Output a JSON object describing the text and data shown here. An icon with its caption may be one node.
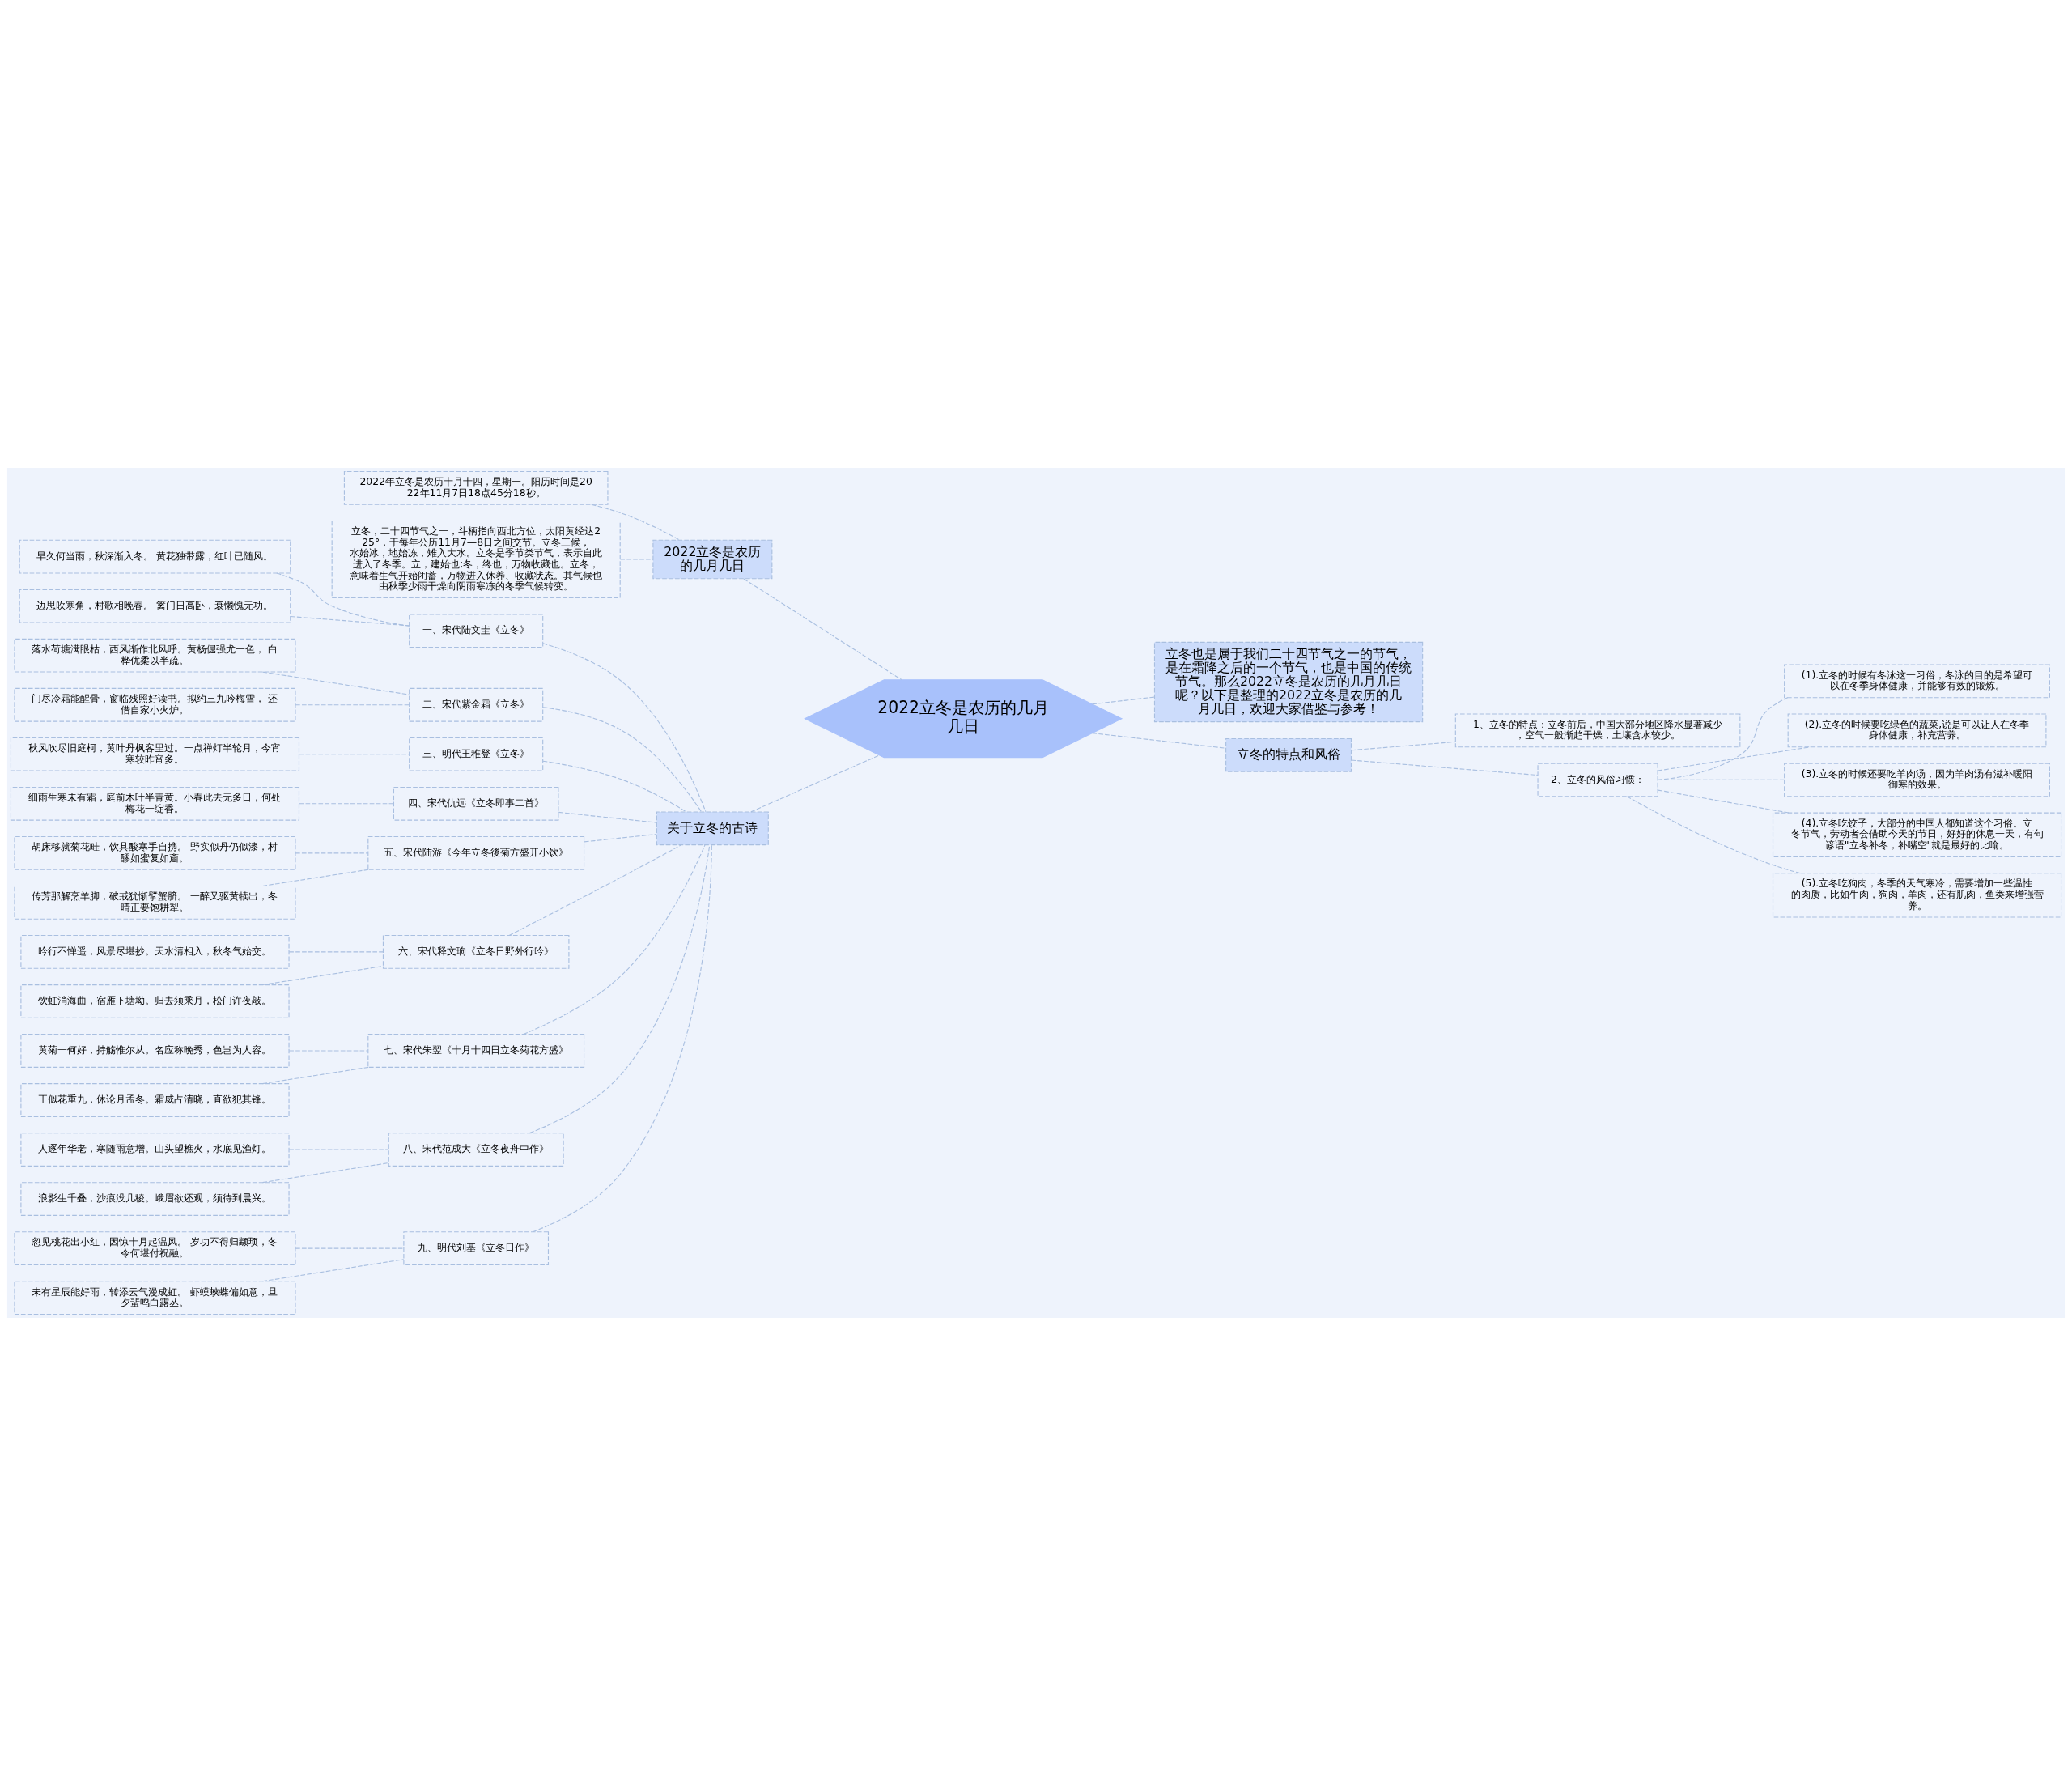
{
  "diagram": {
    "nodes": [
      {
        "text": [
          "2022立冬是农历的几月几日"
        ]
      },
      {
        "text": [
          "2022立冬是农历的几月几日"
        ]
      },
      {
        "text": [
          "2022年立冬是农历十月十四，星期一。阳历时间是2022年11月7日18点45分18秒。"
        ]
      },
      {
        "text": [
          "立冬，二十四节气之一，斗柄指向西北方位，太阳黄经达225°，于每年公历11月7—8日之间交节。立冬三候，水始冰，地始冻，雉入大水。立冬是季节类节气，表示自此进入了冬季。立，建始也;冬，终也，万物收藏也。立冬，意味着生气开始闭蓄，万物进入休养、收藏状态。其气候也由秋季少雨干燥向阴雨寒冻的冬季气候转变。"
        ]
      },
      {
        "text": [
          "关于立冬的古诗"
        ]
      },
      {
        "text": [
          "一、宋代陆文圭《立冬》"
        ]
      },
      {
        "text": [
          "早久何当雨，秋深渐入冬。 黄花独带露，红叶已随风。"
        ]
      },
      {
        "text": [
          "边思吹寒角，村歌相晚春。 篱门日高卧，衰懒愧无功。"
        ]
      },
      {
        "text": [
          "二、宋代紫金霜《立冬》"
        ]
      },
      {
        "text": [
          "落水荷塘满眼枯，西风渐作北风呼。黄杨倔强尤一色， 白桦优柔以半疏。"
        ]
      },
      {
        "text": [
          "门尽冷霜能醒骨，窗临残照好读书。拟约三九吟梅雪， 还借自家小火炉。"
        ]
      },
      {
        "text": [
          "三、明代王稚登《立冬》"
        ]
      },
      {
        "text": [
          "秋风吹尽旧庭柯，黄叶丹枫客里过。一点禅灯半轮月，今宵寒较昨宵多。"
        ]
      },
      {
        "text": [
          "四、宋代仇远《立冬即事二首》"
        ]
      },
      {
        "text": [
          "细雨生寒未有霜，庭前木叶半青黄。小春此去无多日，何处梅花一绽香。"
        ]
      },
      {
        "text": [
          "五、宋代陆游《今年立冬後菊方盛开小饮》"
        ]
      },
      {
        "text": [
          "胡床移就菊花畦，饮具酸寒手自携。 野实似丹仍似漆，村醪如蜜复如齑。"
        ]
      },
      {
        "text": [
          "传芳那解烹羊脚，破戒犹惭擘蟹脐。 一醉又驱黄犊出，冬晴正要饱耕犁。"
        ]
      },
      {
        "text": [
          "六、宋代释文珦《立冬日野外行吟》"
        ]
      },
      {
        "text": [
          "吟行不惮遥，风景尽堪抄。天水清相入，秋冬气始交。"
        ]
      },
      {
        "text": [
          "饮虹消海曲，宿雁下塘坳。归去须乘月，松门许夜敲。"
        ]
      },
      {
        "text": [
          "七、宋代朱翌《十月十四日立冬菊花方盛》"
        ]
      },
      {
        "text": [
          "黄菊一何好，持觞惟尔从。名应称晚秀，色岂为人容。"
        ]
      },
      {
        "text": [
          "正似花重九，休论月孟冬。霜威占清晓，直欲犯其锋。"
        ]
      },
      {
        "text": [
          "八、宋代范成大《立冬夜舟中作》"
        ]
      },
      {
        "text": [
          "人逐年华老，寒随雨意增。山头望樵火，水底见渔灯。"
        ]
      },
      {
        "text": [
          "浪影生千叠，沙痕没几稜。峨眉欲还观，须待到晨兴。"
        ]
      },
      {
        "text": [
          "九、明代刘基《立冬日作》"
        ]
      },
      {
        "text": [
          "忽见桃花出小红，因惊十月起温风。 岁功不得归颛顼，冬令何堪付祝融。"
        ]
      },
      {
        "text": [
          "未有星辰能好雨，转添云气漫成虹。 虾蟆蛱蝶偏如意，旦夕蜚鸣白露丛。"
        ]
      },
      {
        "text": [
          "立冬也是属于我们二十四节气之一的节气，是在霜降之后的一个节气，也是中国的传统节气。那么2022立冬是农历的几月几日呢？以下是整理的2022立冬是农历的几月几日，欢迎大家借鉴与参考！"
        ]
      },
      {
        "text": [
          "立冬的特点和风俗"
        ]
      },
      {
        "text": [
          "1、立冬的特点：立冬前后，中国大部分地区降水显著减少，空气一般渐趋干燥，土壤含水较少。"
        ]
      },
      {
        "text": [
          "2、立冬的风俗习惯："
        ]
      },
      {
        "text": [
          "(1).立冬的时候有冬泳这一习俗，冬泳的目的是希望可以在冬季身体健康，并能够有效的锻炼。"
        ]
      },
      {
        "text": [
          "(2).立冬的时候要吃绿色的蔬菜,说是可以让人在冬季身体健康，补充营养。"
        ]
      },
      {
        "text": [
          "(3).立冬的时候还要吃羊肉汤，因为羊肉汤有滋补暖阳御寒的效果。"
        ]
      },
      {
        "text": [
          "(4).立冬吃饺子，大部分的中国人都知道这个习俗。立冬节气，劳动者会借助今天的节日，好好的休息一天，有句谚语\"立冬补冬，补嘴空\"就是最好的比喻。"
        ]
      },
      {
        "text": [
          "(5).立冬吃狗肉，冬季的天气寒冷，需要增加一些温性的肉质，比如牛肉，狗肉，羊肉，还有肌肉，鱼类来增强营养。"
        ]
      }
    ],
    "edges": [
      {
        "from": 0,
        "to": 1,
        "arrow": "none"
      },
      {
        "from": 1,
        "to": 2,
        "arrow": "none"
      },
      {
        "from": 1,
        "to": 3,
        "arrow": "none"
      },
      {
        "from": 0,
        "to": 4,
        "arrow": "none"
      },
      {
        "from": 4,
        "to": 5,
        "arrow": "none"
      },
      {
        "from": 5,
        "to": 6,
        "arrow": "none"
      },
      {
        "from": 5,
        "to": 7,
        "arrow": "none"
      },
      {
        "from": 4,
        "to": 8,
        "arrow": "none"
      },
      {
        "from": 8,
        "to": 9,
        "arrow": "none"
      },
      {
        "from": 8,
        "to": 10,
        "arrow": "none"
      },
      {
        "from": 4,
        "to": 11,
        "arrow": "none"
      },
      {
        "from": 11,
        "to": 12,
        "arrow": "none"
      },
      {
        "from": 4,
        "to": 13,
        "arrow": "none"
      },
      {
        "from": 13,
        "to": 14,
        "arrow": "none"
      },
      {
        "from": 4,
        "to": 15,
        "arrow": "none"
      },
      {
        "from": 15,
        "to": 16,
        "arrow": "none"
      },
      {
        "from": 15,
        "to": 17,
        "arrow": "none"
      },
      {
        "from": 4,
        "to": 18,
        "arrow": "none"
      },
      {
        "from": 18,
        "to": 19,
        "arrow": "none"
      },
      {
        "from": 18,
        "to": 20,
        "arrow": "none"
      },
      {
        "from": 4,
        "to": 21,
        "arrow": "none"
      },
      {
        "from": 21,
        "to": 22,
        "arrow": "none"
      },
      {
        "from": 21,
        "to": 23,
        "arrow": "none"
      },
      {
        "from": 4,
        "to": 24,
        "arrow": "none"
      },
      {
        "from": 24,
        "to": 25,
        "arrow": "none"
      },
      {
        "from": 24,
        "to": 26,
        "arrow": "none"
      },
      {
        "from": 4,
        "to": 27,
        "arrow": "none"
      },
      {
        "from": 27,
        "to": 28,
        "arrow": "none"
      },
      {
        "from": 27,
        "to": 29,
        "arrow": "none"
      },
      {
        "from": 0,
        "to": 30,
        "arrow": "none"
      },
      {
        "from": 0,
        "to": 31,
        "arrow": "none"
      },
      {
        "from": 31,
        "to": 32,
        "arrow": "none"
      },
      {
        "from": 31,
        "to": 33,
        "arrow": "none"
      },
      {
        "from": 33,
        "to": 34,
        "arrow": "none"
      },
      {
        "from": 33,
        "to": 35,
        "arrow": "none"
      },
      {
        "from": 33,
        "to": 36,
        "arrow": "none"
      },
      {
        "from": 33,
        "to": 37,
        "arrow": "none"
      },
      {
        "from": 33,
        "to": 38,
        "arrow": "none"
      }
    ]
  }
}
